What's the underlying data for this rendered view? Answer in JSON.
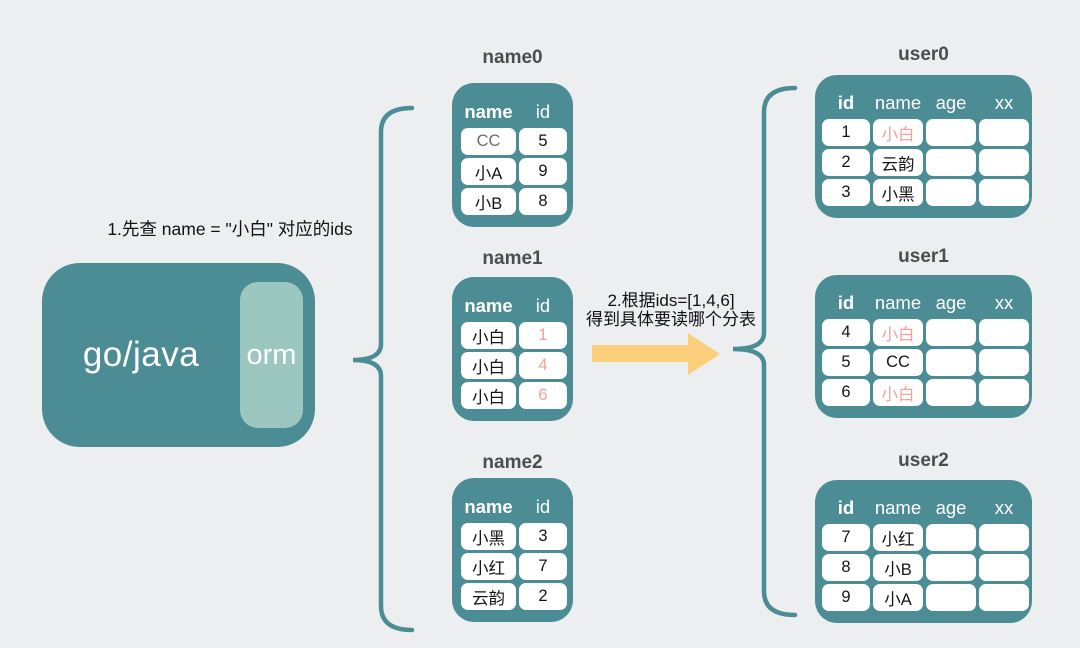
{
  "colors": {
    "background": "#edeef0",
    "teal": "#4c8c94",
    "teal_light": "#9cc6c0",
    "arrow_yellow": "#fbce7c",
    "highlight_pink": "#f2a0a0",
    "title_gray": "#4d4d4d"
  },
  "app_block": {
    "label": "go/java",
    "badge": "orm"
  },
  "annotations": {
    "step1": "1.先查 name = \"小白\" 对应的ids",
    "step2_line1": "2.根据ids=[1,4,6]",
    "step2_line2": "得到具体要读哪个分表"
  },
  "icons": {
    "left_brace": "curly-brace",
    "right_brace": "curly-brace",
    "flow_arrow": "arrow-right"
  },
  "name_tables": [
    {
      "title": "name0",
      "headers": [
        "name",
        "id"
      ],
      "rows": [
        {
          "name": "CC",
          "id": "5",
          "name_muted": true
        },
        {
          "name": "小A",
          "id": "9"
        },
        {
          "name": "小B",
          "id": "8"
        }
      ]
    },
    {
      "title": "name1",
      "headers": [
        "name",
        "id"
      ],
      "rows": [
        {
          "name": "小白",
          "id": "1",
          "id_highlight": true
        },
        {
          "name": "小白",
          "id": "4",
          "id_highlight": true
        },
        {
          "name": "小白",
          "id": "6",
          "id_highlight": true
        }
      ]
    },
    {
      "title": "name2",
      "headers": [
        "name",
        "id"
      ],
      "rows": [
        {
          "name": "小黑",
          "id": "3"
        },
        {
          "name": "小红",
          "id": "7"
        },
        {
          "name": "云韵",
          "id": "2"
        }
      ]
    }
  ],
  "user_tables": [
    {
      "title": "user0",
      "headers": [
        "id",
        "name",
        "age",
        "xx"
      ],
      "rows": [
        {
          "id": "1",
          "name": "小白",
          "age": "",
          "xx": "",
          "name_highlight": true
        },
        {
          "id": "2",
          "name": "云韵",
          "age": "",
          "xx": ""
        },
        {
          "id": "3",
          "name": "小黑",
          "age": "",
          "xx": ""
        }
      ]
    },
    {
      "title": "user1",
      "headers": [
        "id",
        "name",
        "age",
        "xx"
      ],
      "rows": [
        {
          "id": "4",
          "name": "小白",
          "age": "",
          "xx": "",
          "name_highlight": true
        },
        {
          "id": "5",
          "name": "CC",
          "age": "",
          "xx": ""
        },
        {
          "id": "6",
          "name": "小白",
          "age": "",
          "xx": "",
          "name_highlight": true
        }
      ]
    },
    {
      "title": "user2",
      "headers": [
        "id",
        "name",
        "age",
        "xx"
      ],
      "rows": [
        {
          "id": "7",
          "name": "小红",
          "age": "",
          "xx": ""
        },
        {
          "id": "8",
          "name": "小B",
          "age": "",
          "xx": ""
        },
        {
          "id": "9",
          "name": "小A",
          "age": "",
          "xx": ""
        }
      ]
    }
  ]
}
